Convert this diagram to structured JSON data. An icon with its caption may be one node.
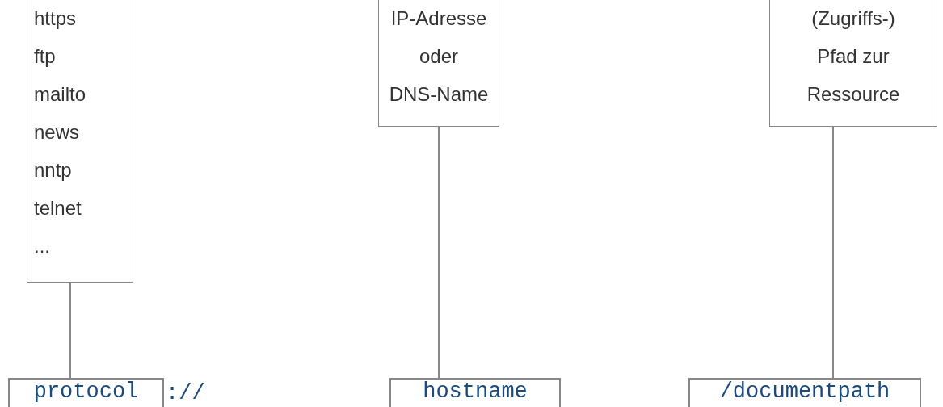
{
  "diagram": {
    "nodes": [
      {
        "text": [
          "https",
          "ftp",
          "mailto",
          "news",
          "nntp",
          "telnet",
          "..."
        ]
      },
      {
        "text": [
          "IP-Adresse oder DNS-Name"
        ]
      },
      {
        "text": [
          "(Zugriffs-) Pfad zur Ressource"
        ]
      },
      {
        "text": [
          "protocol"
        ],
        "beside": [
          "://"
        ]
      },
      {
        "text": [
          "hostname"
        ]
      },
      {
        "text": [
          "/documentpath"
        ]
      }
    ],
    "edges": [
      {
        "from": 0,
        "to": 3,
        "arrow": "none"
      },
      {
        "from": 1,
        "to": 4,
        "arrow": "none"
      },
      {
        "from": 2,
        "to": 5,
        "arrow": "none"
      }
    ]
  }
}
